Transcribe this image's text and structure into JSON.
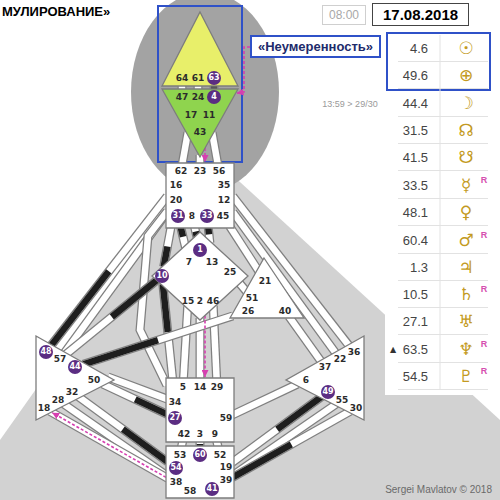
{
  "diagram": {
    "title": "МУЛИРОВАНИЕ»",
    "nodes": [
      {
        "text": [
          "64",
          "61",
          "63"
        ]
      },
      {
        "text": [
          "47",
          "24",
          "4",
          "17",
          "11",
          "43"
        ]
      },
      {
        "text": [
          "62",
          "23",
          "56",
          "16",
          "35",
          "20",
          "12",
          "31",
          "8",
          "33",
          "45"
        ]
      },
      {
        "text": [
          "1",
          "7",
          "13",
          "10",
          "25",
          "15",
          "2",
          "46"
        ]
      },
      {
        "text": [
          "21",
          "51",
          "26",
          "40"
        ]
      },
      {
        "text": [
          "48",
          "57",
          "44",
          "50",
          "32",
          "28",
          "18"
        ]
      },
      {
        "text": [
          "36",
          "22",
          "37",
          "6",
          "49",
          "55",
          "30"
        ]
      },
      {
        "text": [
          "5",
          "14",
          "29",
          "34",
          "27",
          "59",
          "42",
          "3",
          "9"
        ]
      },
      {
        "text": [
          "53",
          "60",
          "52",
          "54",
          "19",
          "38",
          "39",
          "58",
          "41"
        ]
      },
      {
        "text": [
          "08:00"
        ]
      },
      {
        "text": [
          "17.08.2018"
        ]
      },
      {
        "text": [
          "«Неумеренность»"
        ]
      }
    ],
    "edges": [
      {
        "from": 0,
        "to": 1,
        "arrow": "none"
      },
      {
        "from": 0,
        "to": 1,
        "arrow": "none"
      },
      {
        "from": 0,
        "to": 1,
        "arrow": "none"
      },
      {
        "from": 1,
        "to": 2,
        "arrow": "none"
      },
      {
        "from": 1,
        "to": 2,
        "arrow": "none"
      },
      {
        "from": 1,
        "to": 2,
        "arrow": "none"
      },
      {
        "from": 2,
        "to": 3,
        "arrow": "none"
      },
      {
        "from": 2,
        "to": 3,
        "arrow": "none"
      },
      {
        "from": 2,
        "to": 3,
        "arrow": "none"
      },
      {
        "from": 2,
        "to": 3,
        "arrow": "none"
      },
      {
        "from": 2,
        "to": 5,
        "arrow": "none"
      },
      {
        "from": 2,
        "to": 5,
        "arrow": "none"
      },
      {
        "from": 2,
        "to": 7,
        "arrow": "none"
      },
      {
        "from": 2,
        "to": 4,
        "arrow": "none"
      },
      {
        "from": 2,
        "to": 6,
        "arrow": "none"
      },
      {
        "from": 2,
        "to": 6,
        "arrow": "none"
      },
      {
        "from": 3,
        "to": 4,
        "arrow": "none"
      },
      {
        "from": 3,
        "to": 5,
        "arrow": "none"
      },
      {
        "from": 3,
        "to": 7,
        "arrow": "none"
      },
      {
        "from": 3,
        "to": 7,
        "arrow": "none"
      },
      {
        "from": 3,
        "to": 7,
        "arrow": "none"
      },
      {
        "from": 3,
        "to": 7,
        "arrow": "none"
      },
      {
        "from": 4,
        "to": 5,
        "arrow": "none"
      },
      {
        "from": 4,
        "to": 6,
        "arrow": "none"
      },
      {
        "from": 5,
        "to": 7,
        "arrow": "none"
      },
      {
        "from": 5,
        "to": 7,
        "arrow": "none"
      },
      {
        "from": 5,
        "to": 8,
        "arrow": "none"
      },
      {
        "from": 5,
        "to": 8,
        "arrow": "none"
      },
      {
        "from": 5,
        "to": 8,
        "arrow": "none"
      },
      {
        "from": 6,
        "to": 7,
        "arrow": "none"
      },
      {
        "from": 6,
        "to": 8,
        "arrow": "none"
      },
      {
        "from": 6,
        "to": 8,
        "arrow": "none"
      },
      {
        "from": 6,
        "to": 8,
        "arrow": "none"
      },
      {
        "from": 7,
        "to": 8,
        "arrow": "none"
      },
      {
        "from": 7,
        "to": 8,
        "arrow": "none"
      },
      {
        "from": 7,
        "to": 8,
        "arrow": "none"
      },
      {
        "from": 11,
        "to": 1,
        "arrow": "to"
      },
      {
        "from": 1,
        "to": 2,
        "arrow": "to"
      },
      {
        "from": 3,
        "to": 7,
        "arrow": "to"
      },
      {
        "from": 8,
        "to": 5,
        "arrow": "to"
      }
    ],
    "labels": [
      "13:59 > 29/30",
      "4.6",
      "☉",
      "49.6",
      "⊕",
      "44.4",
      "☽",
      "31.5",
      "☊",
      "41.5",
      "☋",
      "33.5",
      "R",
      "☿",
      "48.1",
      "♀",
      "60.4",
      "R",
      "♂",
      "1.3",
      "♃",
      "10.5",
      "R",
      "♄",
      "27.1",
      "♅",
      "▲",
      "63.5",
      "R",
      "♆",
      "54.5",
      "R",
      "♇",
      "Sergei Mavlatov © 2018"
    ]
  }
}
